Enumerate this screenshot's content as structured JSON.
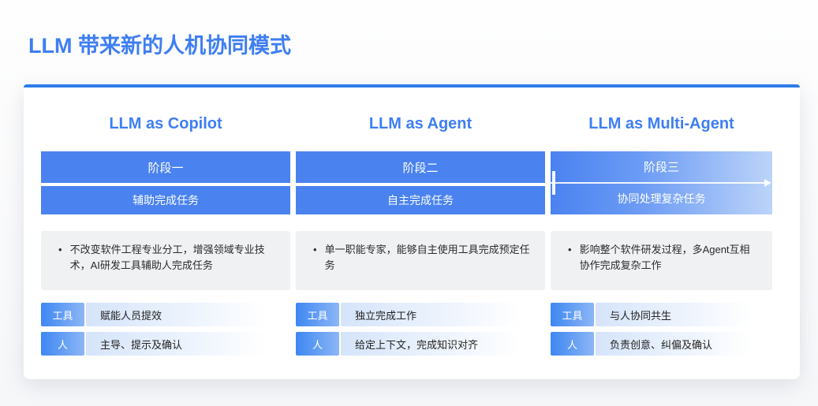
{
  "page": {
    "title": "LLM 带来新的人机协同模式",
    "bullet_char": "•"
  },
  "colors": {
    "accent_blue_text": "#3e7ef2",
    "bar_blue": "#4a82f0",
    "bar_gradient_light": "#bcd4f9",
    "card_top_border": "#2e7ce9",
    "tag_gradient_start": "#3e87f2",
    "tag_gradient_end": "#8cb6f6",
    "strip_gradient_start": "#d5e4fa",
    "bullet_box_bg": "#f0f1f3"
  },
  "columns": [
    {
      "header": "LLM as Copilot",
      "stage": "阶段一",
      "task": "辅助完成任务",
      "bullet": "不改变软件工程专业分工，增强领域专业技术，AI研发工具辅助人完成任务",
      "rows": [
        {
          "tag": "工具",
          "text": "赋能人员提效"
        },
        {
          "tag": "人",
          "text": "主导、提示及确认"
        }
      ]
    },
    {
      "header": "LLM as Agent",
      "stage": "阶段二",
      "task": "自主完成任务",
      "bullet": "单一职能专家，能够自主使用工具完成预定任务",
      "rows": [
        {
          "tag": "工具",
          "text": "独立完成工作"
        },
        {
          "tag": "人",
          "text": "给定上下文，完成知识对齐"
        }
      ]
    },
    {
      "header": "LLM as Multi-Agent",
      "stage": "阶段三",
      "task": "协同处理复杂任务",
      "bullet": "影响整个软件研发过程，多Agent互相协作完成复杂工作",
      "rows": [
        {
          "tag": "工具",
          "text": "与人协同共生"
        },
        {
          "tag": "人",
          "text": "负责创意、纠偏及确认"
        }
      ]
    }
  ]
}
